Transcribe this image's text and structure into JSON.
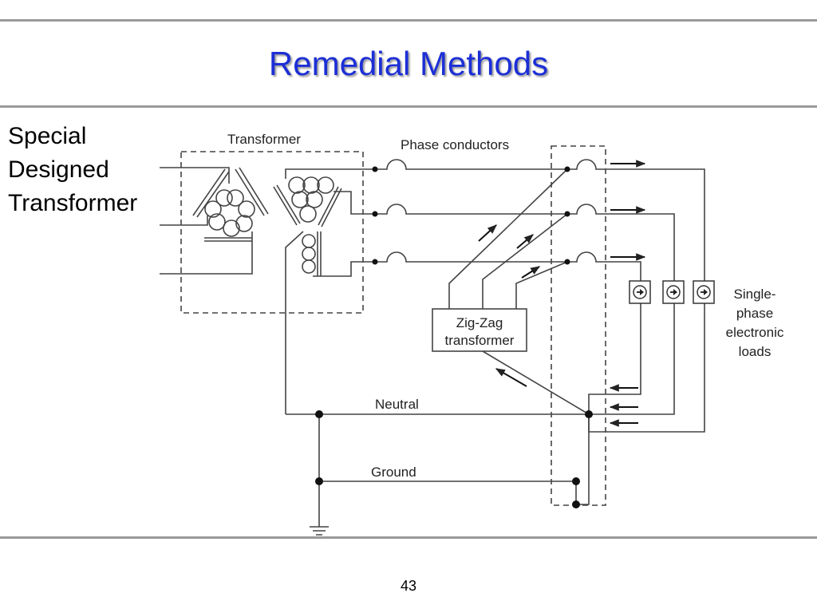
{
  "slide": {
    "title": "Remedial Methods",
    "side_label": [
      "Special",
      "Designed",
      "Transformer"
    ],
    "page_number": "43"
  },
  "diagram": {
    "labels": {
      "transformer": "Transformer",
      "phase_conductors": "Phase conductors",
      "zigzag": [
        "Zig-Zag",
        "transformer"
      ],
      "loads": [
        "Single-",
        "phase",
        "electronic",
        "loads"
      ],
      "neutral": "Neutral",
      "ground": "Ground"
    }
  }
}
